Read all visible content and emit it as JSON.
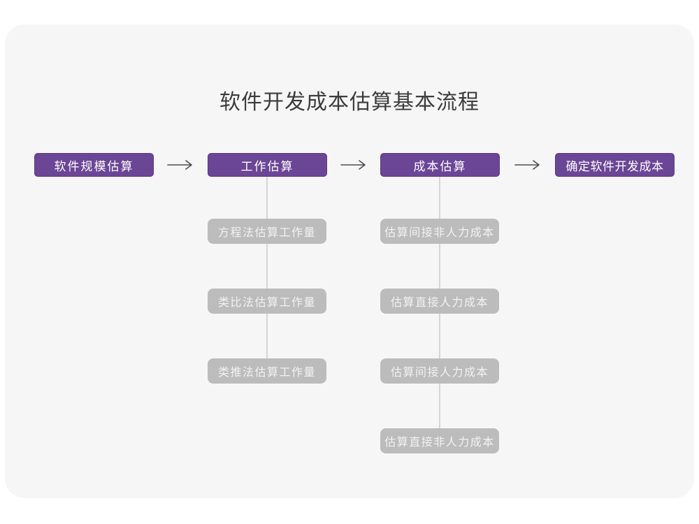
{
  "title": "软件开发成本估算基本流程",
  "main_steps": [
    {
      "label": "软件规模估算"
    },
    {
      "label": "工作估算"
    },
    {
      "label": "成本估算"
    },
    {
      "label": "确定软件开发成本"
    }
  ],
  "work_estimation_methods": [
    {
      "label": "方程法估算工作量"
    },
    {
      "label": "类比法估算工作量"
    },
    {
      "label": "类推法估算工作量"
    }
  ],
  "cost_estimation_items": [
    {
      "label": "估算间接非人力成本"
    },
    {
      "label": "估算直接人力成本"
    },
    {
      "label": "估算间接人力成本"
    },
    {
      "label": "估算直接非人力成本"
    }
  ],
  "colors": {
    "page_background": "#ffffff",
    "card_background": "#f6f6f6",
    "step_box": "#6b4596",
    "sub_box": "#bcbcbc",
    "arrow": "#4d4d4d",
    "connector_line": "#d6d6d6",
    "title_text": "#3c3c3c",
    "step_text": "#ffffff",
    "sub_text": "#f2f2f2"
  }
}
